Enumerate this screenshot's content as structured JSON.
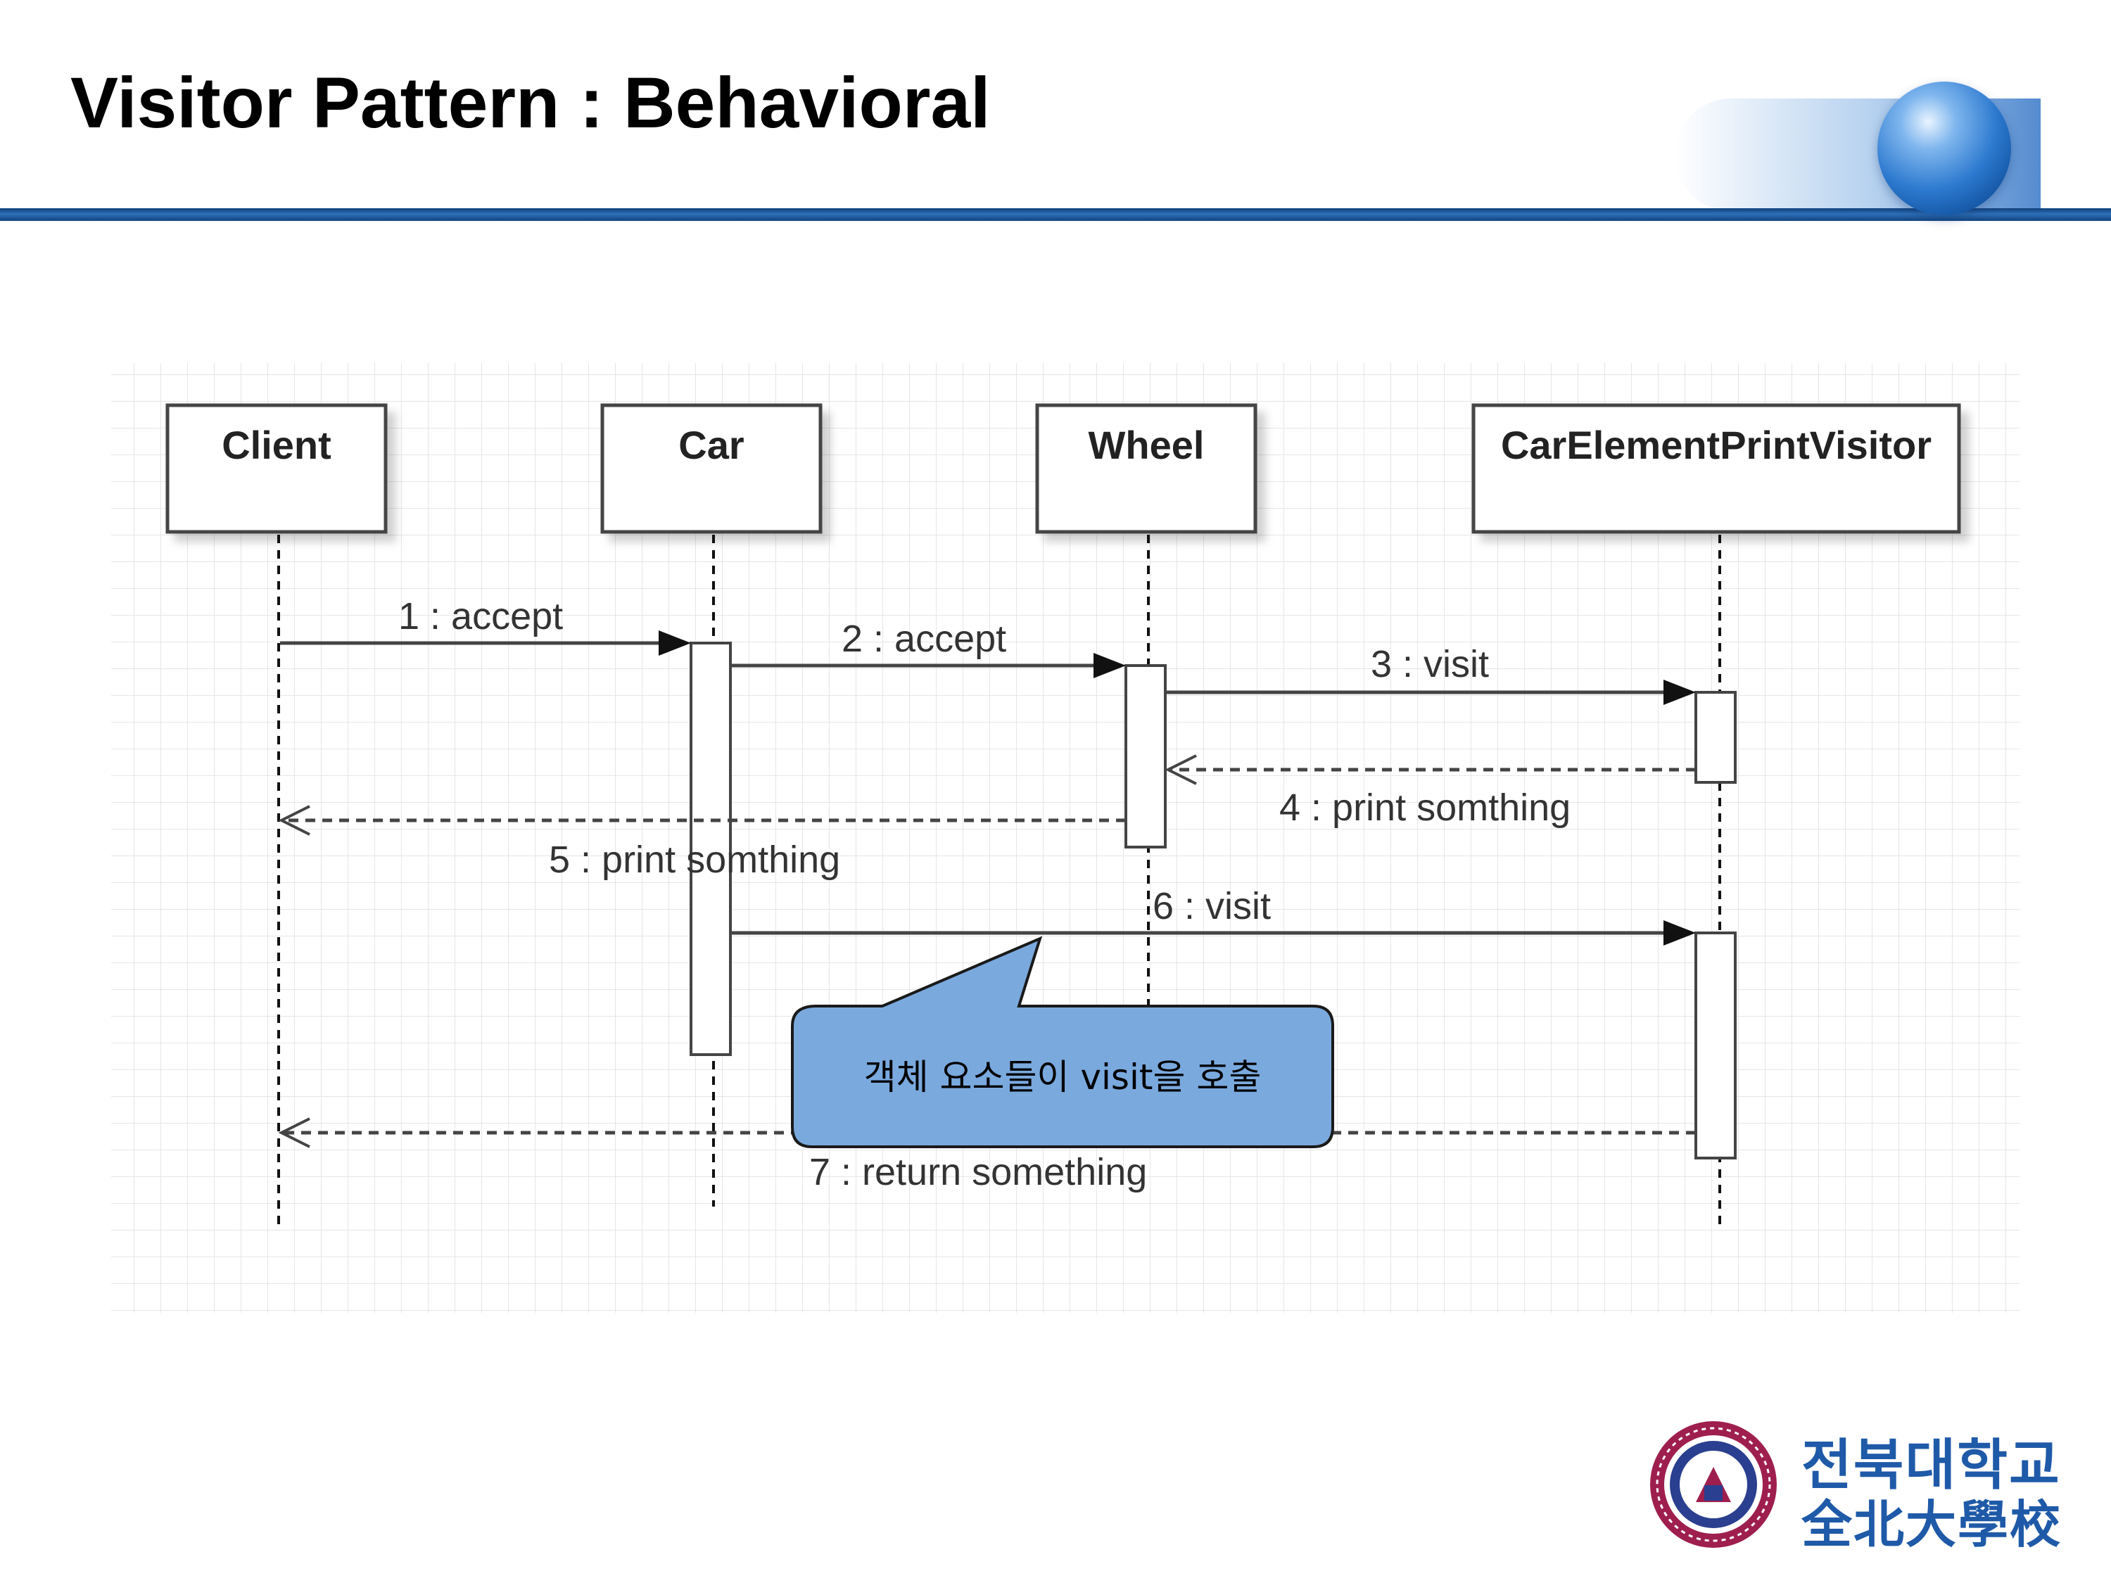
{
  "slide": {
    "title": "Visitor Pattern : Behavioral"
  },
  "diagram": {
    "actors": [
      {
        "name": "Client"
      },
      {
        "name": "Car"
      },
      {
        "name": "Wheel"
      },
      {
        "name": "CarElementPrintVisitor"
      }
    ],
    "messages": [
      {
        "label": "1 : accept",
        "from": "Client",
        "to": "Car",
        "kind": "call"
      },
      {
        "label": "2 : accept",
        "from": "Car",
        "to": "Wheel",
        "kind": "call"
      },
      {
        "label": "3 : visit",
        "from": "Wheel",
        "to": "CarElementPrintVisitor",
        "kind": "call"
      },
      {
        "label": "4 : print somthing",
        "from": "CarElementPrintVisitor",
        "to": "Wheel",
        "kind": "return"
      },
      {
        "label": "5 : print somthing",
        "from": "Wheel",
        "to": "Client",
        "kind": "return"
      },
      {
        "label": "6 : visit",
        "from": "Car",
        "to": "CarElementPrintVisitor",
        "kind": "call"
      },
      {
        "label": "7 : return something",
        "from": "CarElementPrintVisitor",
        "to": "Client",
        "kind": "return"
      }
    ],
    "callout": {
      "text": "객체 요소들이 visit을 호출",
      "fill": "#7aa9de",
      "stroke": "#1a1a1a"
    }
  },
  "logo": {
    "line1": "전북대학교",
    "line2": "全北大學校",
    "color": "#1f5aa8",
    "emblem": "university-emblem-icon"
  }
}
